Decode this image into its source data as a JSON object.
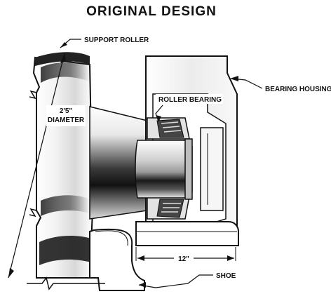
{
  "diagram": {
    "title": "ORIGINAL DESIGN",
    "labels": {
      "support_roller": "SUPPORT ROLLER",
      "bearing_housing": "BEARING HOUSING",
      "roller_bearing": "ROLLER BEARING",
      "diameter_value": "2'5\"",
      "diameter_word": "DIAMETER",
      "housing_width": "12\"",
      "shoe": "SHOE"
    }
  }
}
